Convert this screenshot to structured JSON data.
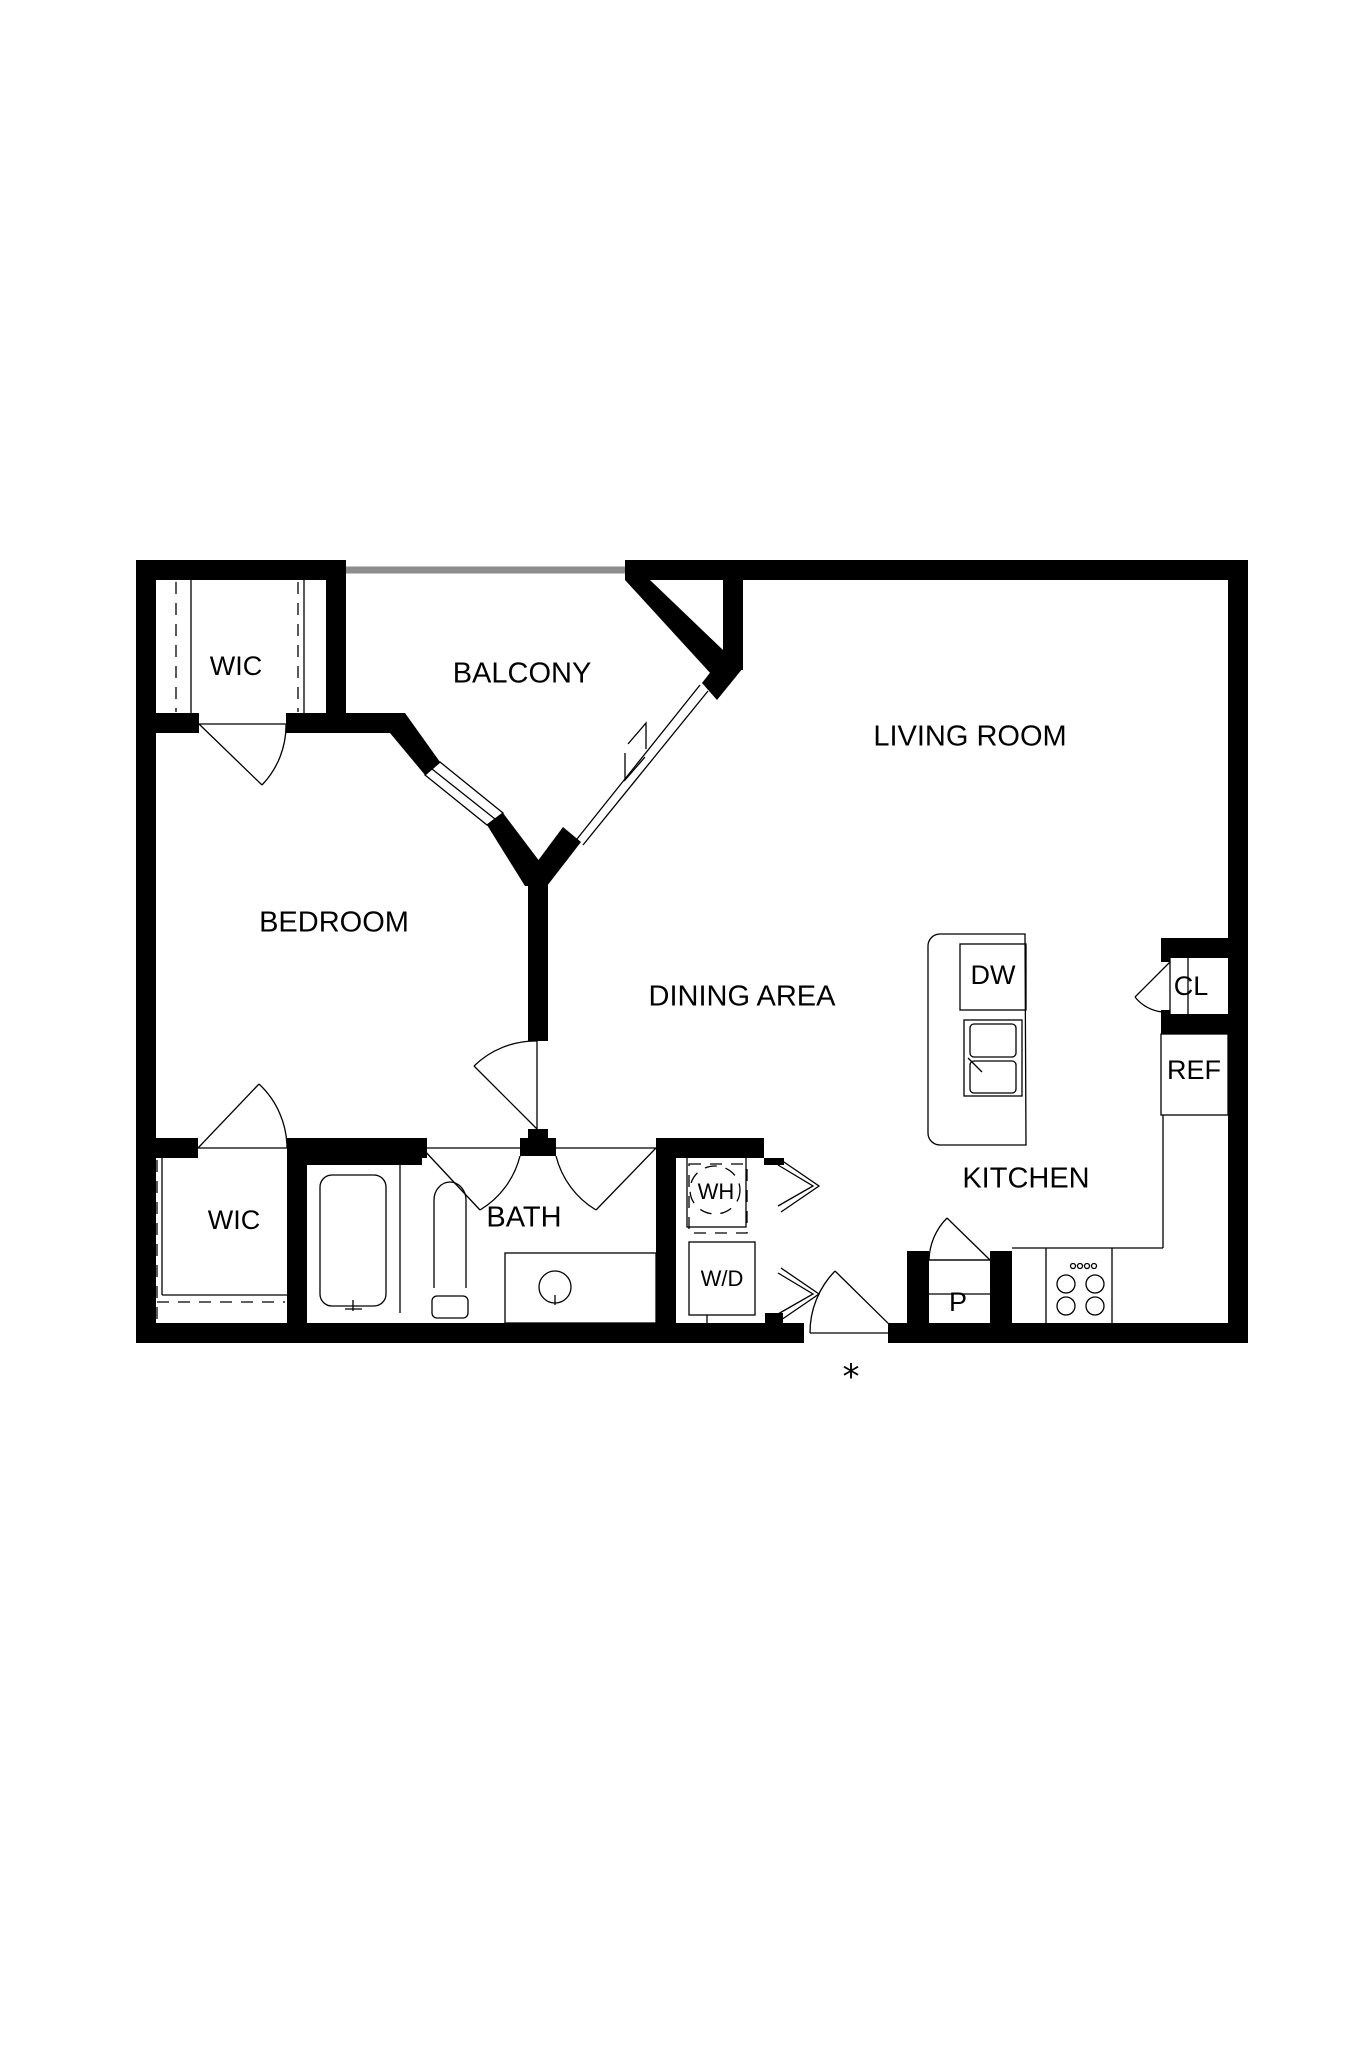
{
  "floor_plan": {
    "colors": {
      "wall": "#000000",
      "balcony_rail": "#8c8c8c",
      "background": "#ffffff"
    },
    "rooms": {
      "wic_top": "WIC",
      "balcony": "BALCONY",
      "living_room": "LIVING ROOM",
      "bedroom": "BEDROOM",
      "dining_area": "DINING AREA",
      "wic_bottom": "WIC",
      "bath": "BATH",
      "kitchen": "KITCHEN"
    },
    "fixtures": {
      "dishwasher": "DW",
      "closet": "CL",
      "refrigerator": "REF",
      "water_heater": "WH",
      "washer_dryer": "W/D",
      "pantry": "P"
    },
    "entry_marker": "*"
  }
}
